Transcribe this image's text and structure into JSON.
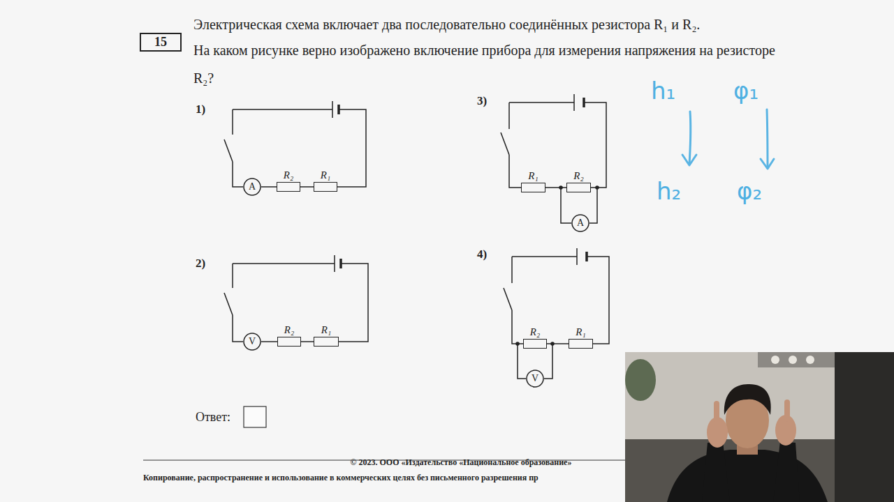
{
  "diagram": {
    "nodes": [
      {
        "text": [
          "15"
        ]
      },
      {
        "text": [
          "A"
        ]
      },
      {
        "text": [
          "R₂"
        ]
      },
      {
        "text": [
          "R₁"
        ]
      },
      {
        "text": [
          "R₁"
        ]
      },
      {
        "text": [
          "R₂"
        ]
      },
      {
        "text": [
          "A"
        ]
      },
      {
        "text": [
          "V"
        ]
      },
      {
        "text": [
          "R₂"
        ]
      },
      {
        "text": [
          "R₁"
        ]
      },
      {
        "text": [
          "R₂"
        ]
      },
      {
        "text": [
          "R₁"
        ]
      },
      {
        "text": [
          "V"
        ]
      }
    ],
    "edges": [
      {
        "from": 1,
        "to": 2,
        "arrow": "none"
      },
      {
        "from": 2,
        "to": 3,
        "arrow": "none"
      },
      {
        "from": 4,
        "to": 5,
        "arrow": "none"
      },
      {
        "from": 7,
        "to": 8,
        "arrow": "none"
      },
      {
        "from": 8,
        "to": 9,
        "arrow": "none"
      },
      {
        "from": 10,
        "to": 11,
        "arrow": "none"
      }
    ],
    "labels": [
      "Электрическая схема включает два последовательно соединённых резистора R₁ и R₂.",
      "На каком рисунке верно изображено включение прибора для измерения напряжения на резисторе R₂?",
      "1)",
      "3)",
      "2)",
      "4)",
      "h₁",
      "φ₁",
      "h₂",
      "φ₂",
      "Ответ:",
      "© 2023. ООО «Издательство «Национальное образование»",
      "Копирование, распространение и использование в коммерческих целях без письменного разрешения пр"
    ]
  }
}
